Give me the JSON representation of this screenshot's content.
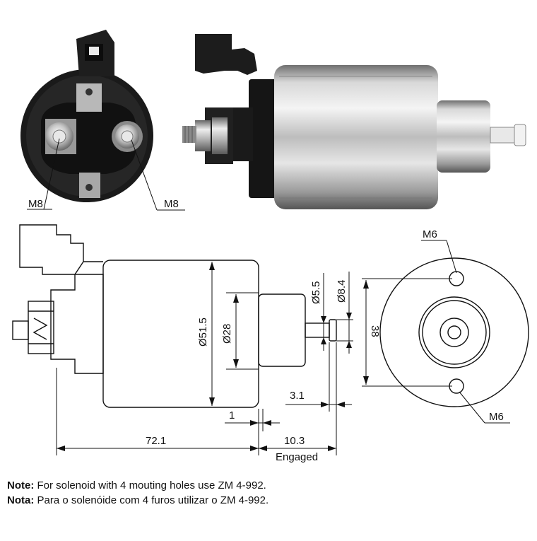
{
  "labels": {
    "thread_left": "M8",
    "thread_right": "M8",
    "hole_top": "M6",
    "hole_bottom": "M6"
  },
  "dimensions": {
    "body_diameter": "Ø51.5",
    "neck_diameter": "Ø28",
    "plunger_diameter": "Ø5.5",
    "tip_diameter": "Ø8.4",
    "hole_spacing": "38",
    "tip_length": "3.1",
    "gap": "1",
    "overall_length": "72.1",
    "engaged_stroke": "10.3",
    "engaged_label": "Engaged"
  },
  "notes": {
    "en_label": "Note:",
    "en_text": "For solenoid with 4 mouting holes use ZM 4-992.",
    "pt_label": "Nota:",
    "pt_text": "Para o solenóide com 4 furos utilizar o ZM 4-992."
  }
}
